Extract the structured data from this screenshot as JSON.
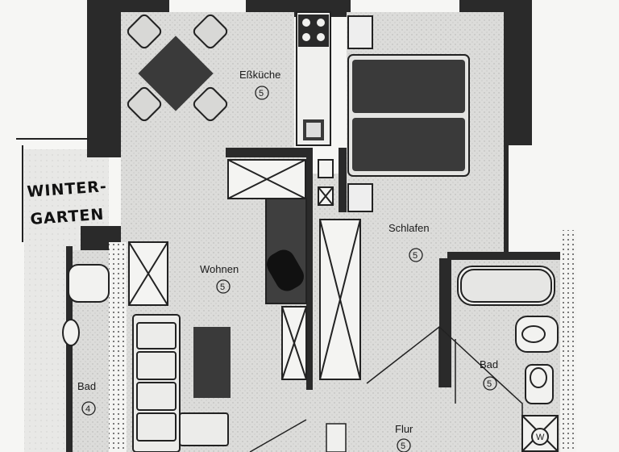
{
  "rooms": {
    "kitchen": {
      "label": "Eßküche",
      "number": "5"
    },
    "living": {
      "label": "Wohnen",
      "number": "5"
    },
    "bedroom": {
      "label": "Schlafen",
      "number": "5"
    },
    "bath_right": {
      "label": "Bad",
      "number": "5"
    },
    "bath_left": {
      "label": "Bad",
      "number": "4"
    },
    "hall": {
      "label": "Flur",
      "number": "5"
    }
  },
  "annotation": {
    "line1": "WINTER-",
    "line2": "GARTEN"
  },
  "fixtures": {
    "washer_mark": "W"
  }
}
